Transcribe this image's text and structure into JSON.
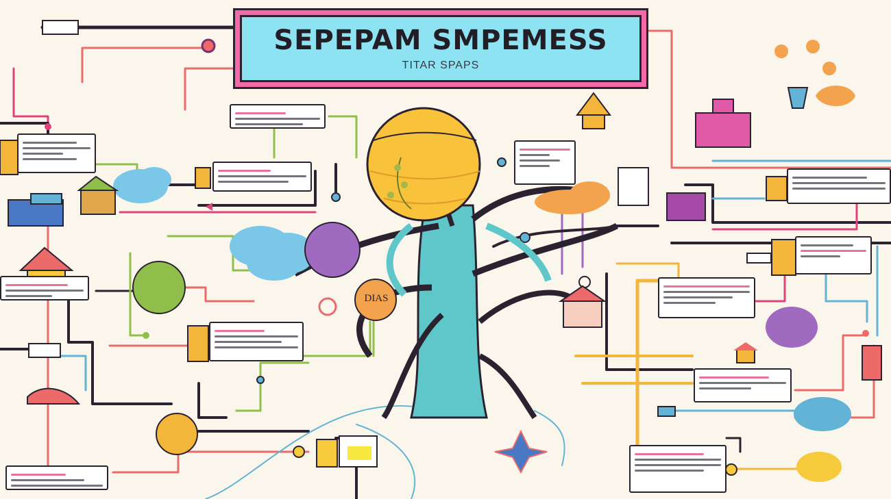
{
  "title": "SEPEPAM SMPEMESS",
  "subtitle": "TITAR SPAPS",
  "tree_label": "DIAS",
  "colors": {
    "background": "#fbf6ec",
    "title_frame": "#f36aa8",
    "title_fill": "#8ee3f3",
    "outline": "#2b2230",
    "trunk": "#5fc6c9",
    "sun": "#f8c23a",
    "cloud_blue": "#7ac7e8",
    "cloud_purple": "#a06ac0",
    "cloud_orange": "#f3a24e",
    "cloud_yellow": "#f7c93d",
    "line_red": "#ec6a6a",
    "line_orange": "#f3b53a",
    "line_green": "#8fbf4a",
    "line_blue": "#62b3d6",
    "line_pink": "#e0437c"
  }
}
